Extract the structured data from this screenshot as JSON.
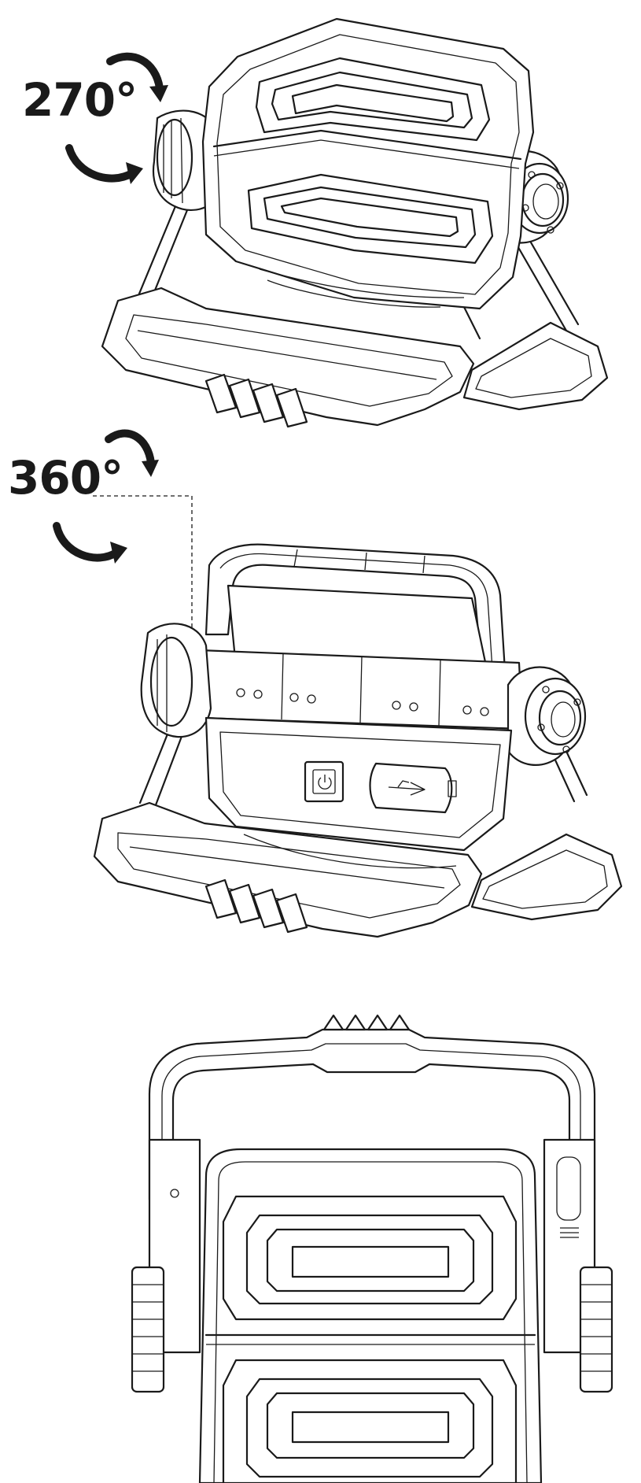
{
  "labels": {
    "rotation_head": "270°",
    "rotation_base": "360°"
  },
  "colors": {
    "line": "#1a1a1a",
    "background": "#ffffff"
  },
  "views": [
    {
      "name": "angled-front-view"
    },
    {
      "name": "angled-rear-view"
    },
    {
      "name": "front-view"
    }
  ]
}
